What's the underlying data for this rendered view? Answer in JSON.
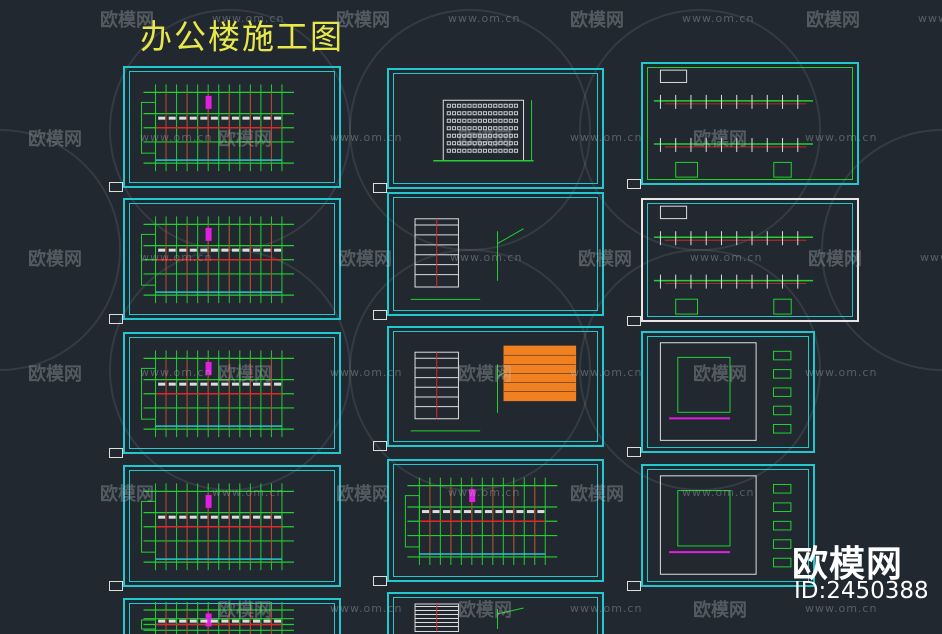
{
  "title": "办公楼施工图",
  "watermark": {
    "brand": "欧模网",
    "url": "www.om.cn",
    "id": "ID:2450388"
  },
  "colors": {
    "background": "#212830",
    "frame": "#22c8d0",
    "lines": "#22d030",
    "title": "#e8e84a",
    "accent_red": "#e02828",
    "accent_magenta": "#e020e0",
    "table": "#f08020"
  },
  "sheets": [
    {
      "type": "floor-plan",
      "col": 1,
      "row": 1
    },
    {
      "type": "floor-plan",
      "col": 1,
      "row": 2
    },
    {
      "type": "floor-plan",
      "col": 1,
      "row": 3
    },
    {
      "type": "floor-plan",
      "col": 1,
      "row": 4
    },
    {
      "type": "floor-plan",
      "col": 1,
      "row": 5
    },
    {
      "type": "elevation",
      "col": 2,
      "row": 1
    },
    {
      "type": "section-details",
      "col": 2,
      "row": 2
    },
    {
      "type": "details-table",
      "col": 2,
      "row": 3
    },
    {
      "type": "floor-plan",
      "col": 2,
      "row": 4
    },
    {
      "type": "detail",
      "col": 2,
      "row": 5
    },
    {
      "type": "long-section",
      "col": 3,
      "row": 1
    },
    {
      "type": "long-section",
      "col": 3,
      "row": 2
    },
    {
      "type": "site-plan",
      "col": 3,
      "row": 3
    },
    {
      "type": "site-plan",
      "col": 3,
      "row": 4
    }
  ]
}
